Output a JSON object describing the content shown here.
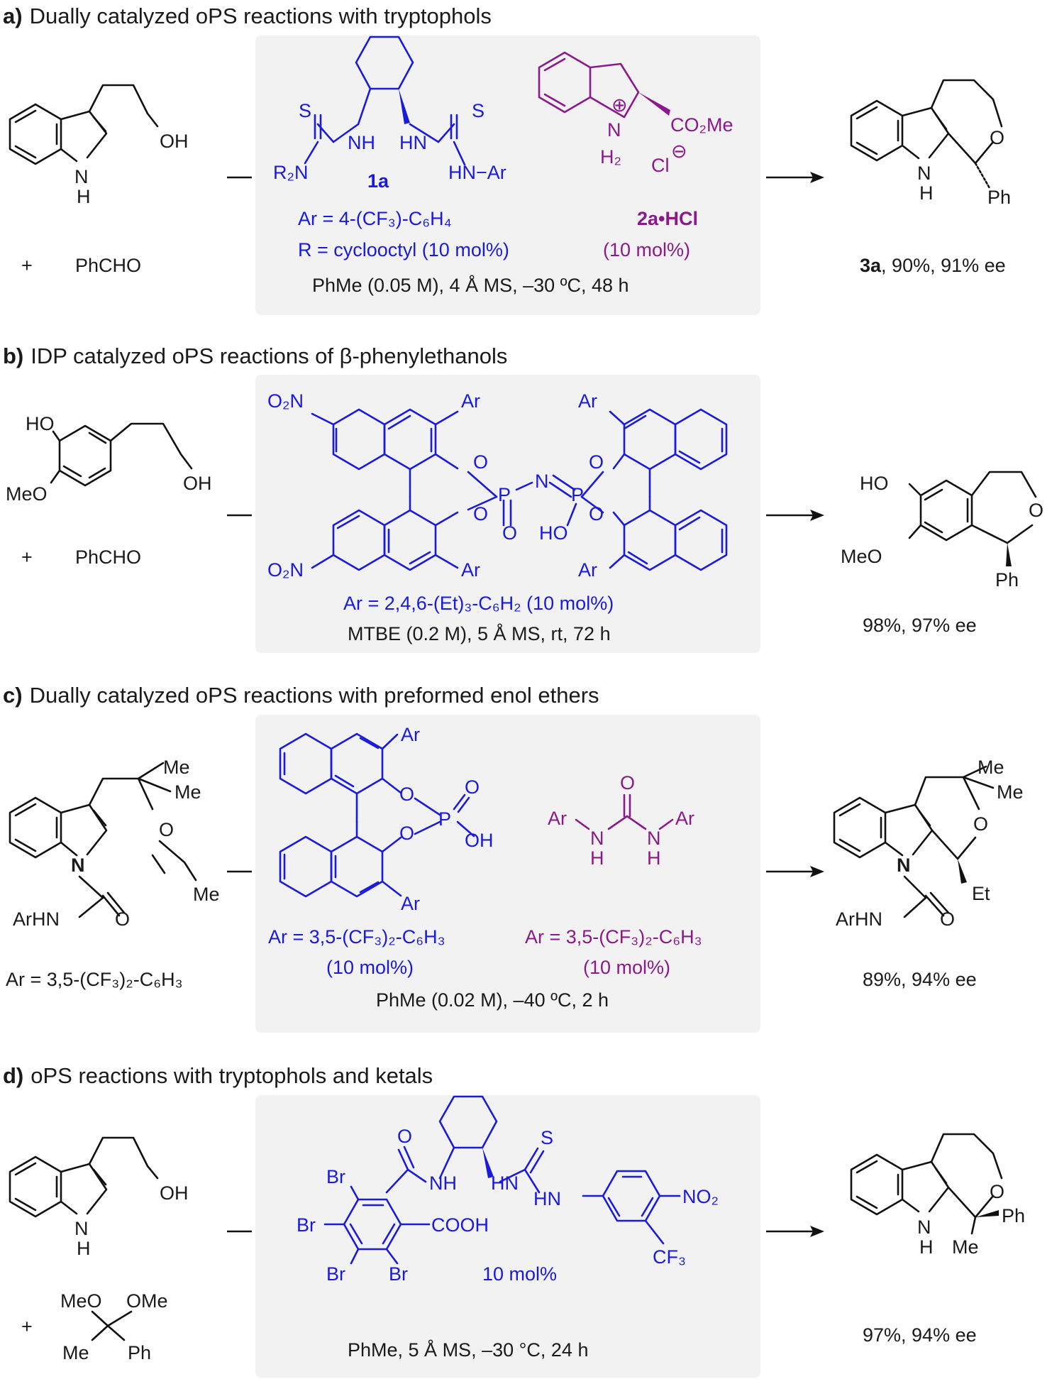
{
  "sections": [
    {
      "letter": "a)",
      "title": "Dually catalyzed oPS reactions with tryptophols",
      "substrate": {
        "oh": "OH",
        "nh": "N",
        "h": "H",
        "plus": "+",
        "coreagent": "PhCHO"
      },
      "catalyst_1": {
        "s1": "S",
        "s2": "S",
        "nh1": "NH",
        "hn2": "HN",
        "r2n": "R₂N",
        "hnar": "HN−Ar",
        "id": "1a",
        "ar_def": "Ar = 4-(CF₃)-C₆H₄",
        "r_def": "R = cyclooctyl (10 mol%)"
      },
      "catalyst_2": {
        "n": "N",
        "h2": "H₂",
        "plus": "⊕",
        "co2me": "CO₂Me",
        "cl": "Cl",
        "minus": "⊖",
        "id": "2a•HCl",
        "loading": "(10 mol%)"
      },
      "conditions": "PhMe (0.05 M), 4 Å MS, –30 ºC, 48 h",
      "product": {
        "o": "O",
        "n": "N",
        "h": "H",
        "ph": "Ph",
        "id": "3a",
        "result": ", 90%, 91% ee"
      }
    },
    {
      "letter": "b)",
      "title": "IDP catalyzed oPS reactions of β-phenylethanols",
      "substrate": {
        "ho": "HO",
        "meo": "MeO",
        "oh": "OH",
        "plus": "+",
        "coreagent": "PhCHO"
      },
      "catalyst": {
        "o2n_top": "O₂N",
        "o2n_bot": "O₂N",
        "ar1": "Ar",
        "ar2": "Ar",
        "ar3": "Ar",
        "ar4": "Ar",
        "p1": "P",
        "p2": "P",
        "n": "N",
        "o": "O",
        "ho": "HO",
        "ar_def": "Ar = 2,4,6-(Et)₃-C₆H₂ (10 mol%)"
      },
      "conditions": "MTBE (0.2 M), 5 Å MS, rt, 72 h",
      "product": {
        "ho": "HO",
        "meo": "MeO",
        "o": "O",
        "ph": "Ph",
        "result": "98%, 97% ee"
      }
    },
    {
      "letter": "c)",
      "title": "Dually catalyzed oPS reactions with preformed enol ethers",
      "substrate": {
        "me1": "Me",
        "me2": "Me",
        "o": "O",
        "me3": "Me",
        "n": "N",
        "arhn": "ArHN",
        "o_carbonyl": "O",
        "ar_def": "Ar = 3,5-(CF₃)₂-C₆H₃"
      },
      "catalyst_1": {
        "ar_top": "Ar",
        "ar_bot": "Ar",
        "p": "P",
        "o": "O",
        "oh": "OH",
        "ar_def": "Ar = 3,5-(CF₃)₂-C₆H₃",
        "loading": "(10 mol%)"
      },
      "catalyst_2": {
        "o": "O",
        "ar1": "Ar",
        "ar2": "Ar",
        "n": "N",
        "h": "H",
        "ar_def": "Ar = 3,5-(CF₃)₂-C₆H₃",
        "loading": "(10 mol%)"
      },
      "conditions": "PhMe (0.02 M), –40 ºC, 2 h",
      "product": {
        "me1": "Me",
        "me2": "Me",
        "o": "O",
        "n": "N",
        "et": "Et",
        "arhn": "ArHN",
        "o_carbonyl": "O",
        "result": "89%, 94% ee"
      }
    },
    {
      "letter": "d)",
      "title": "oPS reactions with tryptophols and ketals",
      "substrate": {
        "oh": "OH",
        "n": "N",
        "h": "H",
        "plus": "+",
        "meo": "MeO",
        "ome": "OMe",
        "me": "Me",
        "ph": "Ph"
      },
      "catalyst": {
        "o": "O",
        "s": "S",
        "nh": "NH",
        "hn1": "HN",
        "hn2": "HN",
        "br": "Br",
        "cooh": "COOH",
        "no2": "NO₂",
        "cf3": "CF₃",
        "loading": "10 mol%"
      },
      "conditions": "PhMe, 5 Å MS, –30 °C, 24 h",
      "product": {
        "o": "O",
        "n": "N",
        "h": "H",
        "ph": "Ph",
        "me": "Me",
        "result": "97%, 94% ee"
      }
    }
  ],
  "colors": {
    "catalyst_blue": "#1a1adc",
    "catalyst_purple": "#8a1a8a",
    "box_gray": "#f2f2f3"
  }
}
